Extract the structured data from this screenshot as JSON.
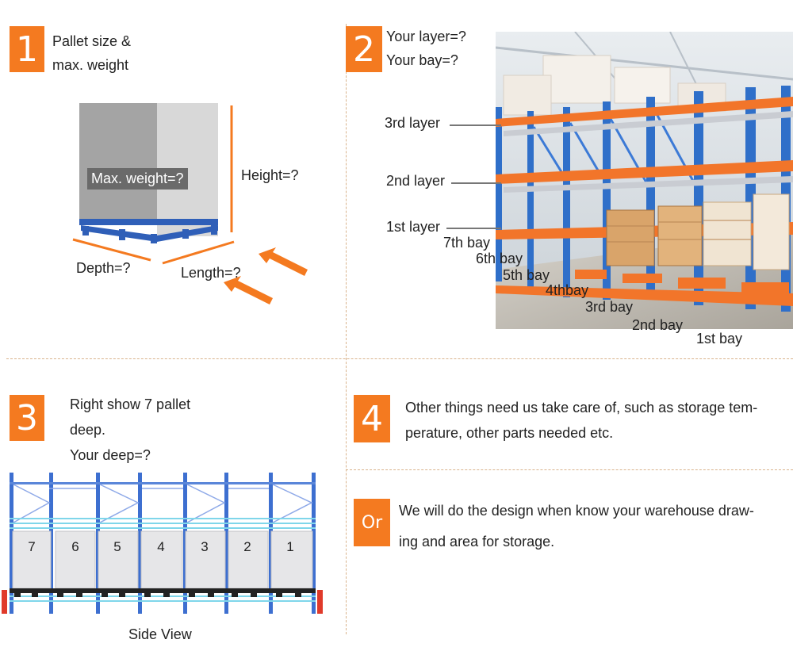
{
  "colors": {
    "accent": "#f47a20",
    "rack_blue": "#2f5fb8",
    "divider": "#d9b38c"
  },
  "step1": {
    "number": "1",
    "title_line1": "Pallet size &",
    "title_line2": "max. weight",
    "max_weight": "Max. weight=?",
    "height": "Height=?",
    "depth": "Depth=?",
    "length": "Length=?"
  },
  "step2": {
    "number": "2",
    "line1": "Your layer=?",
    "line2": "Your bay=?",
    "layers": [
      "3rd layer",
      "2nd layer",
      "1st layer"
    ],
    "bays": [
      "7th bay",
      "6th bay",
      "5th bay",
      "4thbay",
      "3rd bay",
      "2nd bay",
      "1st bay"
    ]
  },
  "step3": {
    "number": "3",
    "line1": "Right show 7 pallet",
    "line2": "deep.",
    "line3": "Your deep=?",
    "positions": [
      "7",
      "6",
      "5",
      "4",
      "3",
      "2",
      "1"
    ],
    "caption": "Side View"
  },
  "step4": {
    "number": "4",
    "line1": "Other things need us take care of, such as storage tem-",
    "line2": "perature, other parts needed etc."
  },
  "or_block": {
    "badge": "Or",
    "line1": "We will do the design when know your warehouse draw-",
    "line2": "ing and area for  storage."
  }
}
